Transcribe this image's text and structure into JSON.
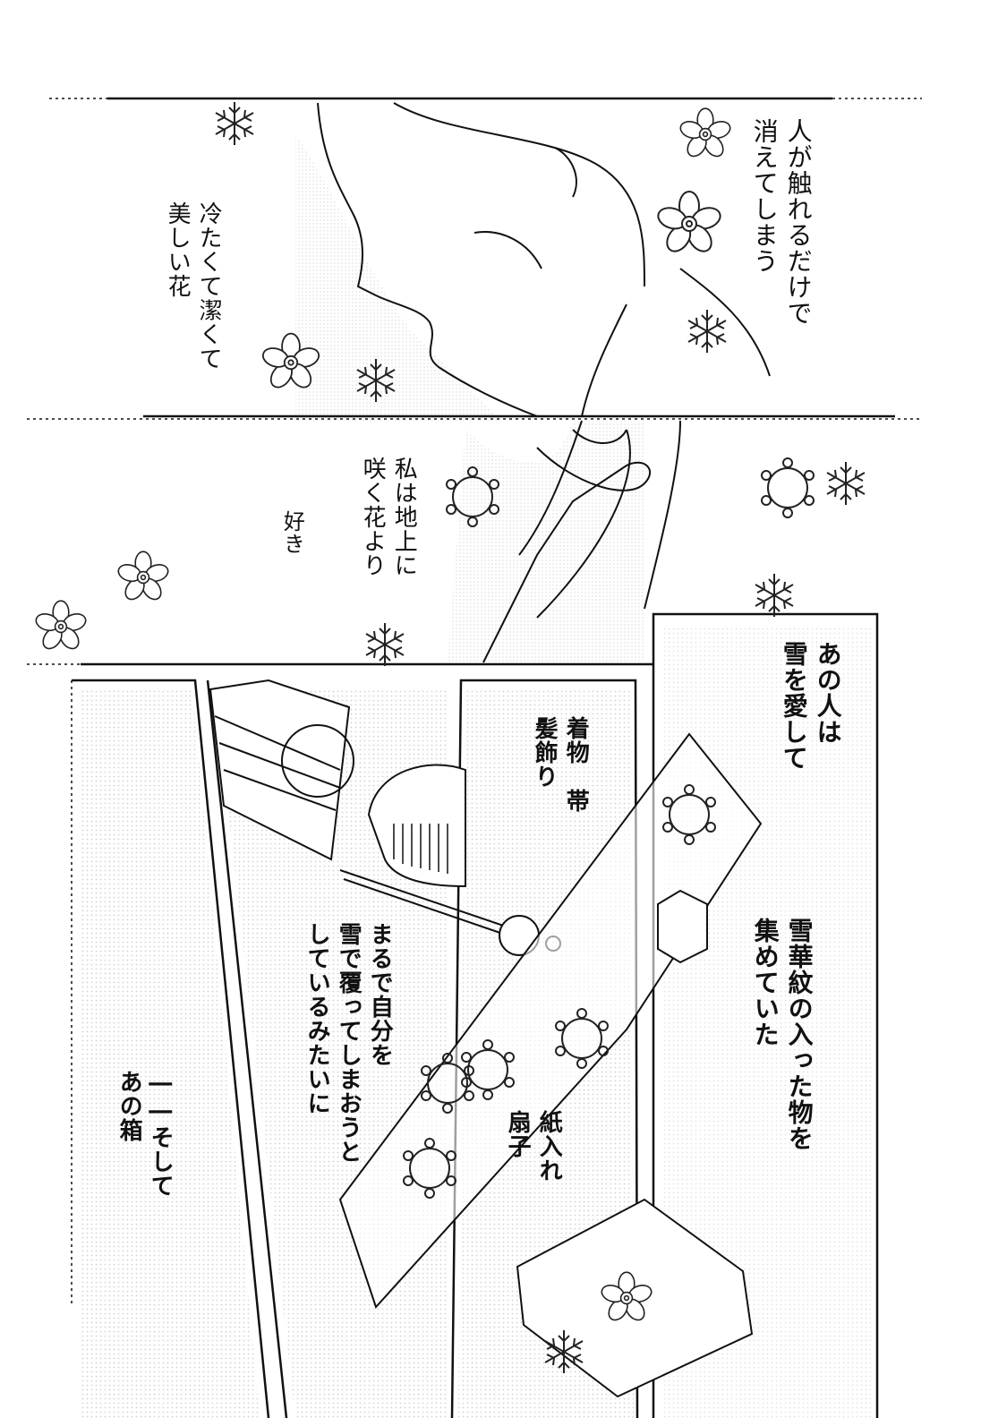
{
  "top_panel": {
    "right_text": "人が触れるだけで\n消えてしまう",
    "left_text": "冷たくて潔くて\n美しい花"
  },
  "middle_panel": {
    "main_text": "私は地上に\n咲く花より",
    "sub_text": "好き"
  },
  "right_panel": {
    "top_text": "あの人は\n雪を愛して",
    "bottom_text": "雪華紋の入った物を\n集めていた"
  },
  "center_panel": {
    "items_top": "着物　帯\n髪飾り",
    "monologue": "まるで自分を\n雪で覆ってしまおうと\nしているみたいに",
    "items_bottom": "紙入れ\n扇子"
  },
  "left_panel": {
    "text": "――そして\nあの箱"
  }
}
